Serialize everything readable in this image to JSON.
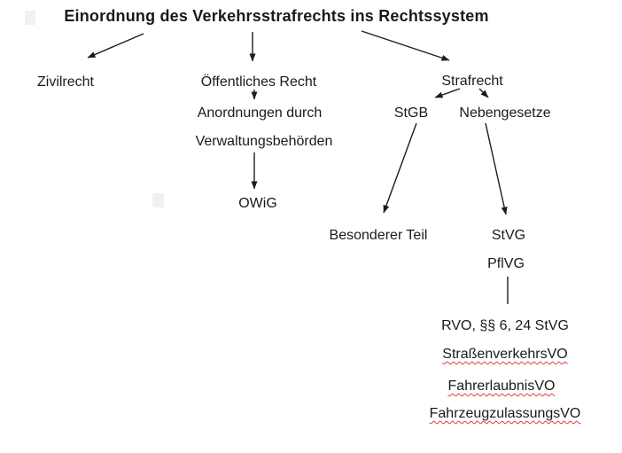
{
  "diagram": {
    "title": "Einordnung des Verkehrsstrafrechts ins Rechtssystem",
    "type": "tree",
    "nodes": {
      "zivilrecht": "Zivilrecht",
      "oeffentliches_recht": "Öffentliches Recht",
      "anordnungen_durch": "Anordnungen durch",
      "verwaltungsbehoerden": "Verwaltungsbehörden",
      "owig": "OWiG",
      "strafrecht": "Strafrecht",
      "stgb": "StGB",
      "nebengesetze": "Nebengesetze",
      "besonderer_teil": "Besonderer Teil",
      "stvg": "StVG",
      "pflvg": "PflVG",
      "rvo": "RVO, §§ 6, 24 StVG",
      "strassenverkehrs_vo": "StraßenverkehrsVO",
      "fahrerlaubnis_vo": "FahrerlaubnisVO",
      "fahrzeugzulassungs_vo": "FahrzeugzulassungsVO"
    },
    "edges": [
      {
        "from": "title",
        "to": "zivilrecht",
        "arrow": true
      },
      {
        "from": "title",
        "to": "oeffentliches_recht",
        "arrow": true
      },
      {
        "from": "title",
        "to": "strafrecht",
        "arrow": true
      },
      {
        "from": "oeffentliches_recht",
        "to": "anordnungen_durch",
        "arrow": true
      },
      {
        "from": "verwaltungsbehoerden",
        "to": "owig",
        "arrow": true
      },
      {
        "from": "strafrecht",
        "to": "stgb",
        "arrow": true
      },
      {
        "from": "strafrecht",
        "to": "nebengesetze",
        "arrow": true
      },
      {
        "from": "stgb",
        "to": "besonderer_teil",
        "arrow": true
      },
      {
        "from": "nebengesetze",
        "to": "stvg",
        "arrow": true
      },
      {
        "from": "pflvg",
        "to": "rvo",
        "arrow": false
      }
    ],
    "spellchecked_nodes": [
      "strassenverkehrs_vo",
      "fahrerlaubnis_vo",
      "fahrzeugzulassungs_vo"
    ]
  },
  "colors": {
    "background": "#ffffff",
    "text": "#1a1a1a",
    "arrow": "#1c1c1c",
    "spellcheck": "#e03c3c"
  }
}
